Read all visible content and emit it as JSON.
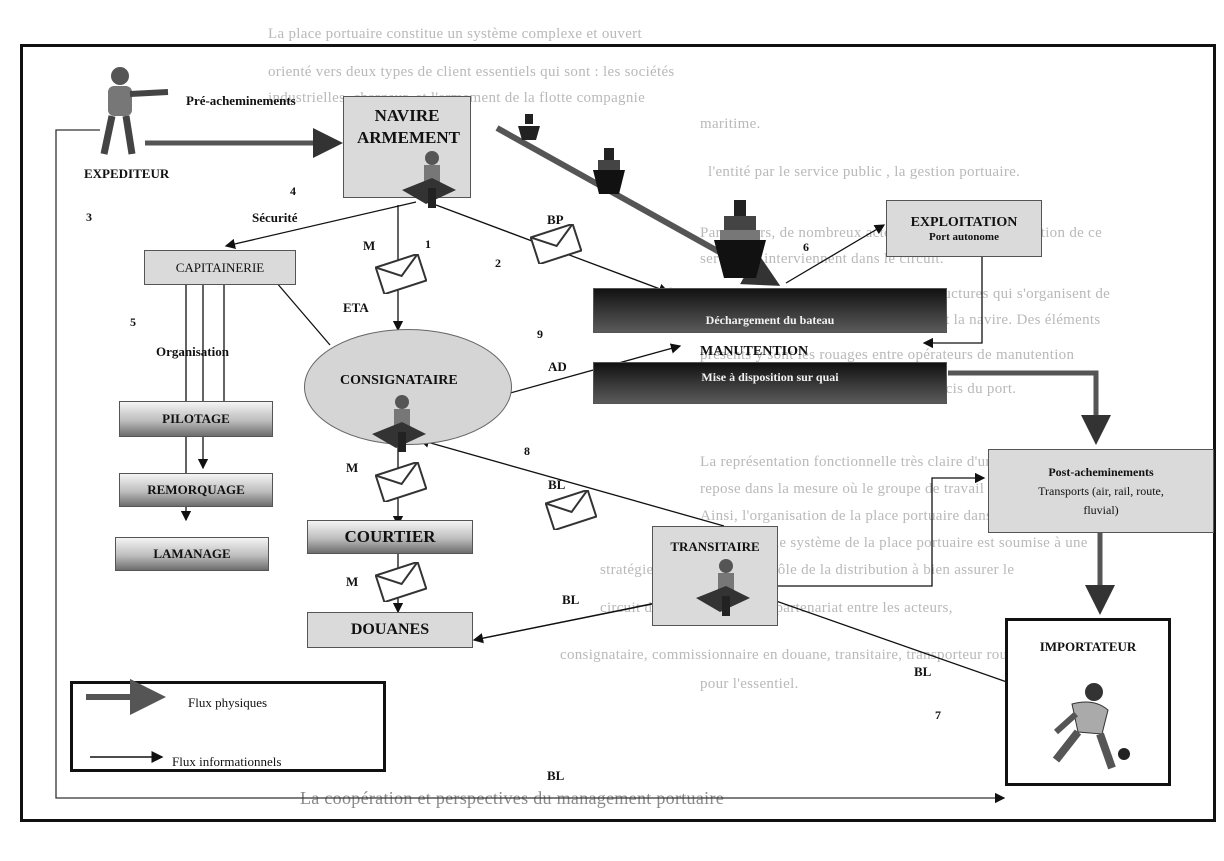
{
  "background_text": [
    "La place portuaire constitue un système complexe et ouvert",
    "orienté vers deux types de client essentiels qui sont : les sociétés",
    "industrielles, chargeur, et l'armement de la flotte compagnie",
    "maritime.",
    "l'entité par le service public , la gestion portuaire.",
    "Par ailleurs, de nombreux acteurs participent à l'exécution de ce",
    "service et interviennent dans le circuit.",
    "Les flux de marchandises traversent toute les structures qui s'organisent de",
    "la place portuaire, qui gèrent et dirigent la navire. Des éléments",
    "présents y sont les rouages entre opérateurs de manutention",
    "pour la gestion et la marchandise au moment précis du port.",
    "La représentation fonctionnelle très claire d'une partie du système",
    "repose dans la mesure où le groupe de travail des opérateurs",
    "Ainsi, l'organisation de la place portuaire dans le circuit du flux",
    "Cependant, le système de la place portuaire est soumise à une",
    "stratégie, processus de contrôle de la distribution à bien assurer le",
    "circuit d'une coopération et partenariat entre les acteurs,",
    "consignataire, commissionnaire en douane, transitaire, transporteur routier,",
    "pour l'essentiel.",
    "La coopération et perspectives du management portuaire"
  ],
  "labels": {
    "pre_acheminements": "Pré-acheminements",
    "expediteur": "EXPEDITEUR",
    "securite": "Sécurité",
    "organisation": "Organisation",
    "eta": "ETA",
    "bp": "BP",
    "ad": "AD",
    "m1": "M",
    "m2": "M",
    "m3": "M",
    "bl1": "BL",
    "bl2": "BL",
    "bl3": "BL",
    "bl4": "BL"
  },
  "numbers": {
    "n1": "1",
    "n2": "2",
    "n3": "3",
    "n4": "4",
    "n5": "5",
    "n6": "6",
    "n7": "7",
    "n8": "8",
    "n9": "9"
  },
  "boxes": {
    "navire": "NAVIRE ARMEMENT",
    "exploitation_title": "EXPLOITATION",
    "exploitation_sub": "Port autonome",
    "capitainerie": "CAPITAINERIE",
    "dechargement": "Déchargement du bateau",
    "manutention": "MANUTENTION",
    "mise_disposition": "Mise à disposition sur quai",
    "consignataire": "CONSIGNATAIRE",
    "pilotage": "PILOTAGE",
    "remorquage": "REMORQUAGE",
    "lamanage": "LAMANAGE",
    "courtier": "COURTIER",
    "douanes": "DOUANES",
    "transitaire": "TRANSITAIRE",
    "post_title": "Post-acheminements",
    "post_sub": "Transports (air, rail, route, fluvial)",
    "importateur": "IMPORTATEUR"
  },
  "legend": {
    "physique": "Flux physiques",
    "info": "Flux informationnels"
  },
  "icon_names": [
    "person-pointing-icon",
    "ship-icon",
    "envelope-icon",
    "clerk-at-desk-icon",
    "baseball-player-icon"
  ]
}
